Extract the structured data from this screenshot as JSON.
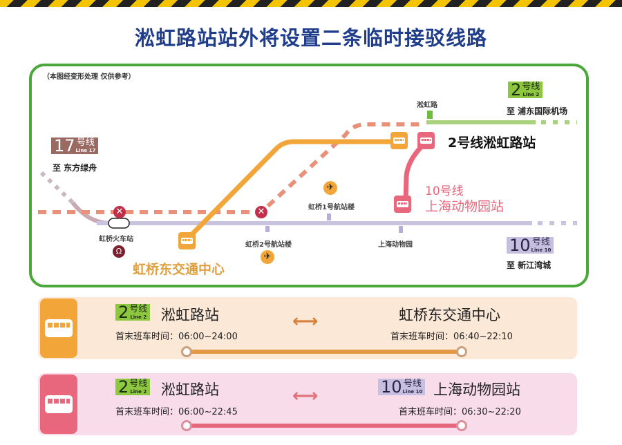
{
  "title": "淞虹路站站外将设置二条临时接驳线路",
  "map": {
    "note": "（本图经变形处理 仅供参考）",
    "line17": {
      "num": "17",
      "cn": "号线",
      "en": "Line 17",
      "dest": "至 东方绿舟"
    },
    "line2": {
      "num": "2",
      "cn": "号线",
      "en": "Line 2",
      "dest": "至 浦东国际机场",
      "station": "淞虹路"
    },
    "line10": {
      "num": "10",
      "cn": "号线",
      "en": "Line 10",
      "dest": "至 新江湾城"
    },
    "stations": {
      "hongqiao_rail": "虹桥火车站",
      "t2": "虹桥2号航站楼",
      "t1": "虹桥1号航站楼",
      "zoo": "上海动物园"
    },
    "hub_label": "虹桥东交通中心",
    "songhong_label": "2号线淞虹路站",
    "zoo_label_line": "10号线",
    "zoo_label_station": "上海动物园站",
    "colors": {
      "orange": "#f2a63a",
      "pink": "#e8677c",
      "line2": "#a8d27e",
      "line10": "#c9c3e0",
      "dashed": "#e8907a",
      "border": "#4aa83a"
    }
  },
  "routes": [
    {
      "from_line": {
        "num": "2",
        "cn": "号线",
        "en": "Line 2"
      },
      "from_station": "淞虹路站",
      "from_time_label": "首末班车时间：",
      "from_time": "06:00~24:00",
      "arrow": "⟷",
      "to_station": "虹桥东交通中心",
      "to_time_label": "首末班车时间：",
      "to_time": "06:40~22:10"
    },
    {
      "from_line": {
        "num": "2",
        "cn": "号线",
        "en": "Line 2"
      },
      "from_station": "淞虹路站",
      "from_time_label": "首末班车时间：",
      "from_time": "06:00~22:45",
      "arrow": "⟷",
      "to_line": {
        "num": "10",
        "cn": "号线",
        "en": "Line 10"
      },
      "to_station": "上海动物园站",
      "to_time_label": "首末班车时间：",
      "to_time": "06:30~22:20"
    }
  ]
}
